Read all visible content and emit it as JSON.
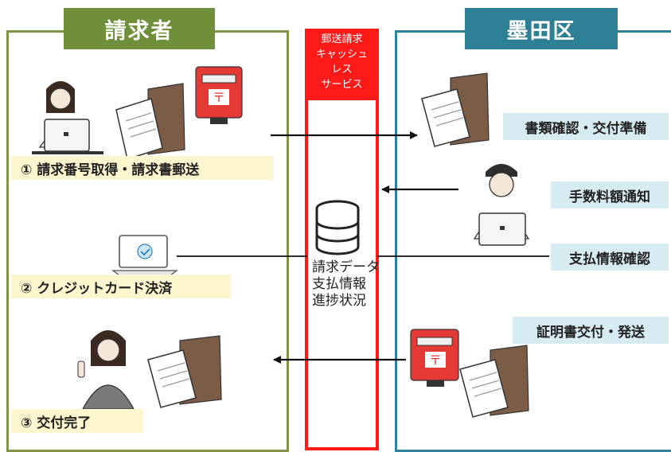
{
  "requester": {
    "header": "請求者"
  },
  "office": {
    "header": "墨田区"
  },
  "service": {
    "header_lines": [
      "郵送請求",
      "キャッシュ",
      "レス",
      "サービス"
    ],
    "data_lines": [
      "請求データ",
      "支払情報",
      "進捗状況"
    ]
  },
  "steps": [
    {
      "label": "① 請求番号取得・請求書郵送"
    },
    {
      "label": "② クレジットカード決済"
    },
    {
      "label": "③ 交付完了"
    }
  ],
  "tasks": [
    {
      "label": "書類確認・交付準備"
    },
    {
      "label": "手数料額通知"
    },
    {
      "label": "支払情報確認"
    },
    {
      "label": "証明書交付・発送"
    }
  ],
  "colors": {
    "requester": "#6f8f3b",
    "office": "#2c7f95",
    "service": "#ff1a1a",
    "step_bg": "#fdf6cf",
    "task_bg": "#d7ebf2"
  }
}
